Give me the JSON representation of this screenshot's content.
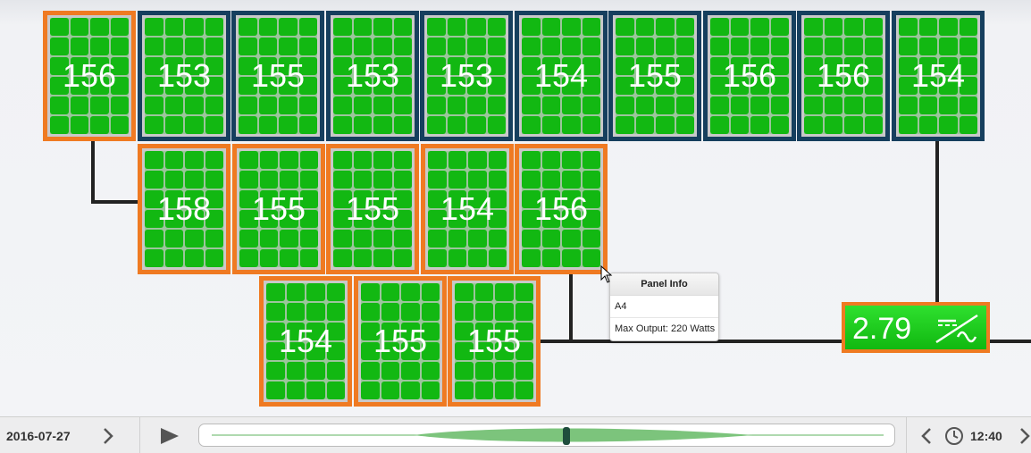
{
  "panels": {
    "row1": [
      "156",
      "153",
      "155",
      "153",
      "153",
      "154",
      "155",
      "156",
      "156",
      "154"
    ],
    "row2": [
      "158",
      "155",
      "155",
      "154",
      "156"
    ],
    "row3": [
      "154",
      "155",
      "155"
    ]
  },
  "tooltip": {
    "title": "Panel Info",
    "panel_id": "A4",
    "max_output": "Max Output: 220 Watts"
  },
  "inverter": {
    "value": "2.79",
    "icon": "dc-ac-converter-icon"
  },
  "playback": {
    "date": "2016-07-27",
    "time": "12:40",
    "icons": [
      "chevron-right-icon",
      "play-icon",
      "chevron-left-icon",
      "clock-icon",
      "chevron-right-icon"
    ]
  },
  "colors": {
    "panel_cell": "#12b812",
    "orange_border": "#ef7a22",
    "blue_border": "#163f5e",
    "inverter_green": "#1fcf1f"
  }
}
